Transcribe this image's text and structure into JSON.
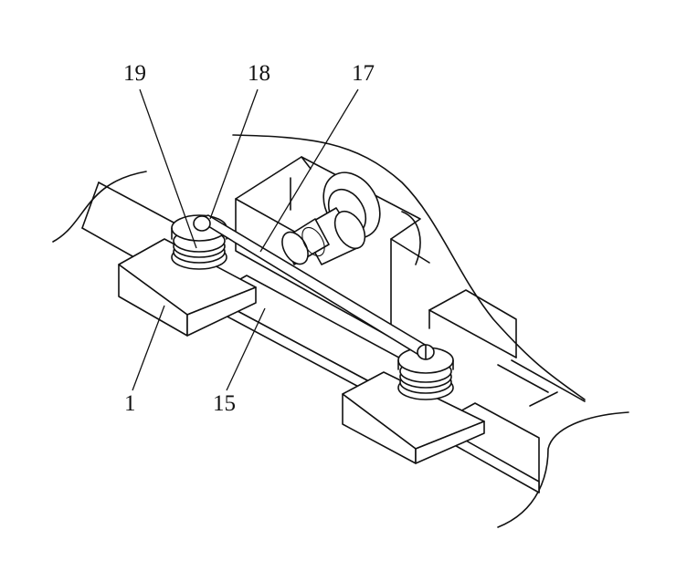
{
  "labels": {
    "part_19": "19",
    "part_18": "18",
    "part_17": "17",
    "part_1": "1",
    "part_15": "15"
  },
  "colors": {
    "line": "#111111",
    "background": "#ffffff"
  }
}
